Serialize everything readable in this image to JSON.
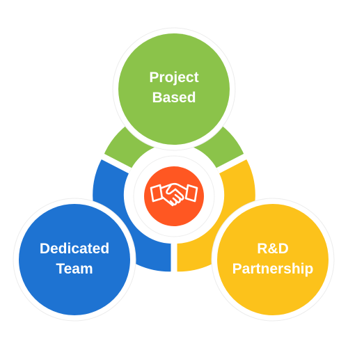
{
  "diagram": {
    "colors": {
      "green": "#8BC34A",
      "blue": "#1E73D2",
      "yellow": "#FCC21B",
      "orange": "#FF5722",
      "white": "#FFFFFF"
    },
    "center_icon": "handshake-icon",
    "nodes": [
      {
        "id": "project-based",
        "color": "green",
        "line1": "Project",
        "line2": "Based"
      },
      {
        "id": "dedicated-team",
        "color": "blue",
        "line1": "Dedicated",
        "line2": "Team"
      },
      {
        "id": "rnd-partnership",
        "color": "yellow",
        "line1": "R&D",
        "line2": "Partnership"
      }
    ]
  }
}
